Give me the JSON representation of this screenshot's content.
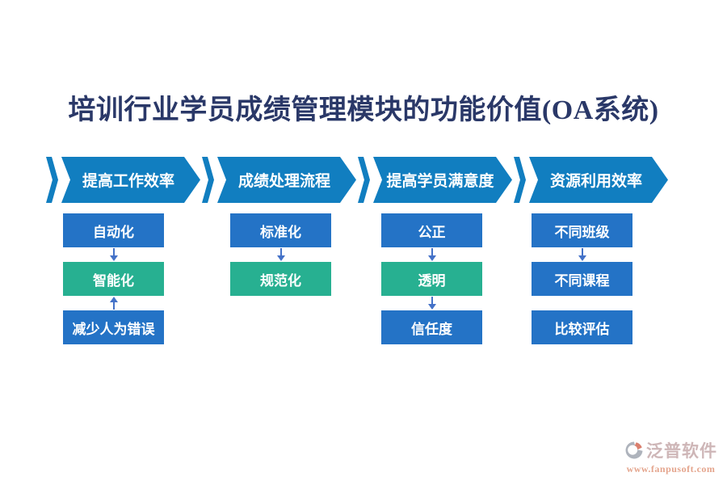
{
  "title": {
    "text": "培训行业学员成绩管理模块的功能价值(OA系统)",
    "color": "#2A3868"
  },
  "colors": {
    "banner_blue": "#117EC0",
    "box_blue": "#2473C6",
    "box_green": "#27B091",
    "arrow_blue": "#4472C8",
    "title_navy": "#2A3868",
    "watermark_brand": "#C2A4A6",
    "watermark_url": "#DE8E70",
    "background": "#ffffff"
  },
  "columns": [
    {
      "header": "提高工作效率",
      "items": [
        {
          "label": "自动化",
          "color": "blue"
        },
        {
          "label": "智能化",
          "color": "green"
        },
        {
          "label": "减少人为错误",
          "color": "blue"
        }
      ],
      "connectors": [
        "down",
        "up"
      ]
    },
    {
      "header": "成绩处理流程",
      "items": [
        {
          "label": "标准化",
          "color": "blue"
        },
        {
          "label": "规范化",
          "color": "green"
        }
      ],
      "connectors": [
        "down"
      ]
    },
    {
      "header": "提高学员满意度",
      "items": [
        {
          "label": "公正",
          "color": "blue"
        },
        {
          "label": "透明",
          "color": "green"
        },
        {
          "label": "信任度",
          "color": "blue"
        }
      ],
      "connectors": [
        "down",
        "down"
      ]
    },
    {
      "header": "资源利用效率",
      "items": [
        {
          "label": "不同班级",
          "color": "blue"
        },
        {
          "label": "不同课程",
          "color": "blue"
        },
        {
          "label": "比较评估",
          "color": "blue"
        }
      ],
      "connectors": [
        "down",
        "none"
      ]
    }
  ],
  "watermark": {
    "brand": "泛普软件",
    "url": "www.fanpusoft.com"
  }
}
